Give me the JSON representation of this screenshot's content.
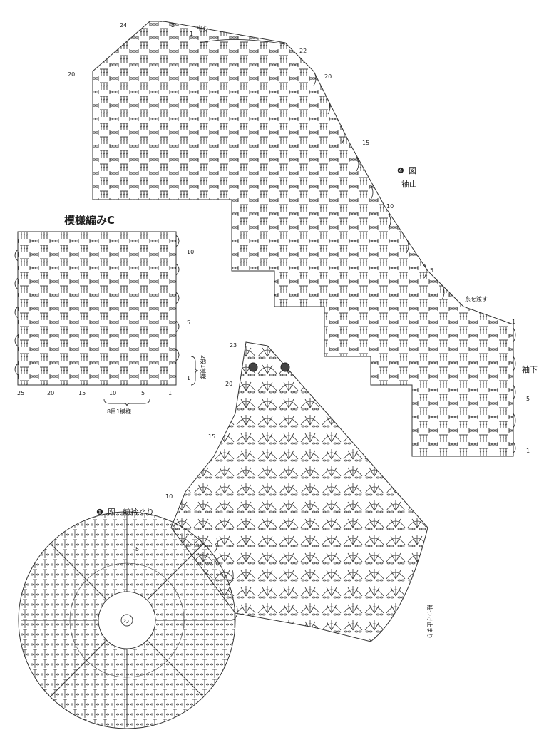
{
  "sleeve_cap": {
    "figure_no": "❹",
    "figure_label": "図",
    "name": "袖山",
    "center": "中心",
    "rows": {
      "r1": "1",
      "r2": "2",
      "r5": "5",
      "r10": "10",
      "r15": "15",
      "r20a": "20",
      "r20b": "20",
      "r22": "22",
      "r24": "24"
    },
    "cut_yarn": "糸を渡す",
    "underarm": "袖下",
    "underarm_rows": {
      "r1a": "1",
      "r1b": "1",
      "r5": "5"
    }
  },
  "pattern_c": {
    "title": "模様編みC",
    "rows": {
      "r1": "1",
      "r5": "5",
      "r10": "10"
    },
    "repeat_rows": "2段1模様",
    "stitch_numbers": [
      "25",
      "20",
      "15",
      "10",
      "5",
      "1"
    ],
    "repeat_stitches": "8目1模様"
  },
  "front_collar": {
    "figure_no": "❶",
    "figure_label": "図",
    "name": "前衿ぐり",
    "center_mark": "わ",
    "rows": {
      "r5": "5",
      "r10": "10",
      "r15": "15",
      "r20": "20",
      "r23": "23"
    },
    "sleeve_end": "袖つけ止まり"
  },
  "colors": {
    "ink": "#222222",
    "paper": "#ffffff"
  }
}
